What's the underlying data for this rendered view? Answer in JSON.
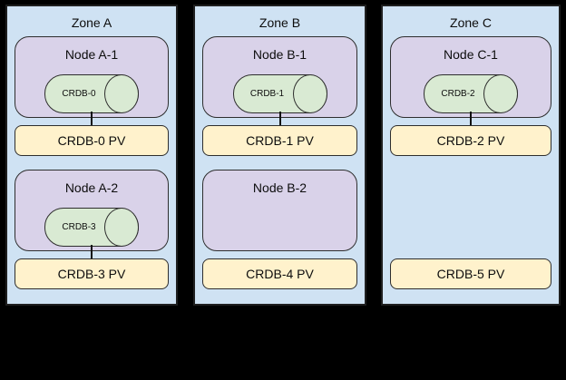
{
  "colors": {
    "background": "#000000",
    "zone_fill": "#cfe2f3",
    "node_fill": "#d9d2e9",
    "db_fill": "#d9ead3",
    "pv_fill": "#fff2cc",
    "border": "#2e2e2e"
  },
  "zones": [
    {
      "label": "Zone A",
      "nodes": [
        {
          "label": "Node A-1",
          "db": "CRDB-0"
        },
        {
          "label": "Node A-2",
          "db": "CRDB-3"
        }
      ],
      "pvs": [
        {
          "label": "CRDB-0 PV"
        },
        {
          "label": "CRDB-3 PV"
        }
      ]
    },
    {
      "label": "Zone B",
      "nodes": [
        {
          "label": "Node B-1",
          "db": "CRDB-1"
        },
        {
          "label": "Node B-2"
        }
      ],
      "pvs": [
        {
          "label": "CRDB-1 PV"
        },
        {
          "label": "CRDB-4 PV"
        }
      ]
    },
    {
      "label": "Zone C",
      "nodes": [
        {
          "label": "Node C-1",
          "db": "CRDB-2"
        }
      ],
      "pvs": [
        {
          "label": "CRDB-2 PV"
        },
        {
          "label": "CRDB-5 PV"
        }
      ]
    }
  ]
}
